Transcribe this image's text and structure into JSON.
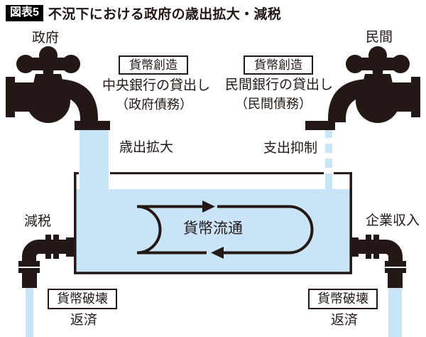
{
  "title": {
    "tag": "図表5",
    "text": "不況下における政府の歳出拡大・減税"
  },
  "colors": {
    "ink": "#231815",
    "water": "#c9e4f7",
    "title_tag_bg": "#000000"
  },
  "government": {
    "label": "政府",
    "creation_box": "貨幣創造",
    "desc_line1": "中央銀行の貸出し",
    "desc_line2": "（政府債務）",
    "flow_label": "歳出拡大"
  },
  "private": {
    "label": "民間",
    "creation_box": "貨幣創造",
    "desc_line1": "民間銀行の貸出し",
    "desc_line2": "（民間債務）",
    "flow_label": "支出抑制"
  },
  "tub": {
    "label": "貨幣流通"
  },
  "tax": {
    "flow_label": "減税",
    "destroy_box": "貨幣破壊",
    "sub_label": "返済"
  },
  "corporate": {
    "flow_label": "企業収入",
    "destroy_box": "貨幣破壊",
    "sub_label": "返済"
  }
}
